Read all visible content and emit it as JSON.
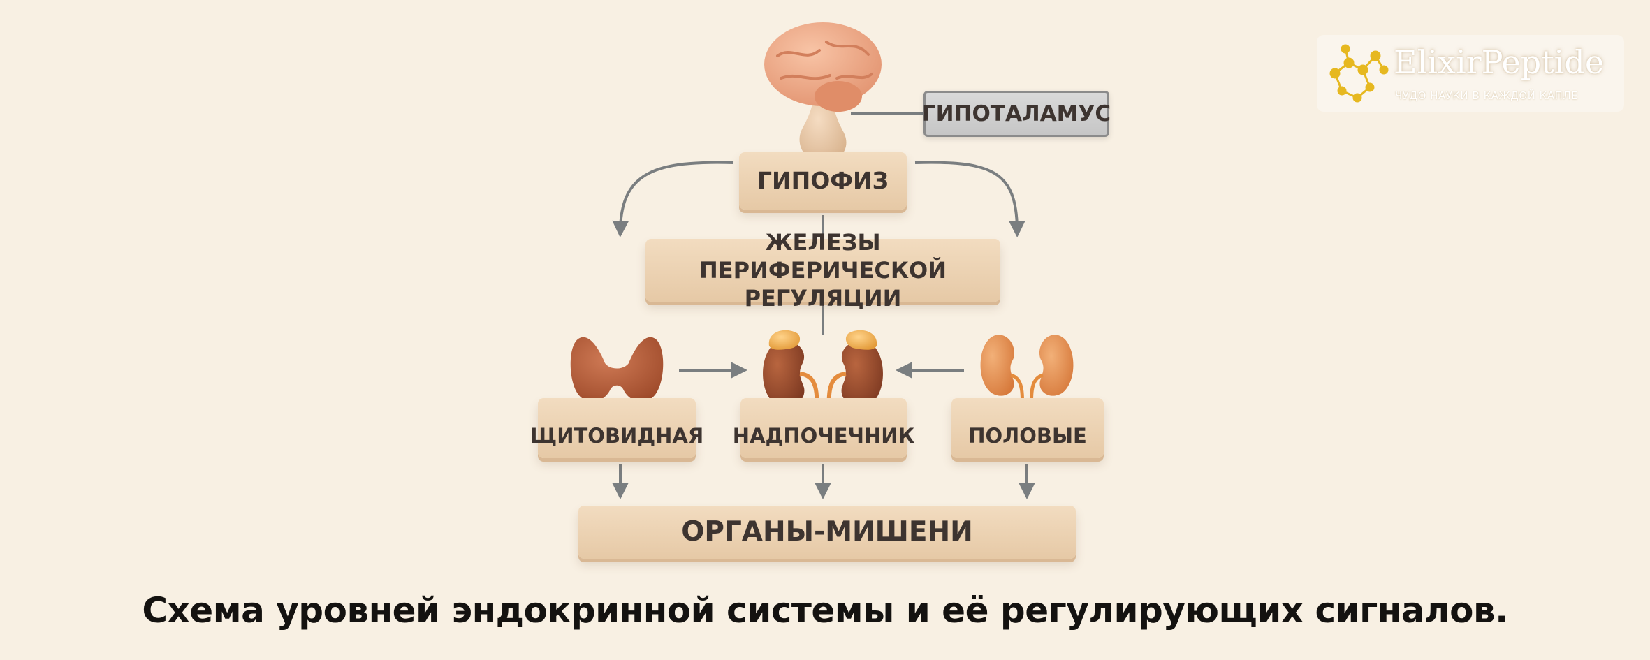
{
  "diagram": {
    "nodes": {
      "hypothalamus": "ГИПОТАЛАМУС",
      "pituitary": "ГИПОФИЗ",
      "peripheral_line1": "ЖЕЛЕЗЫ ПЕРИФЕРИЧЕСКОЙ",
      "peripheral_line2": "РЕГУЛЯЦИИ",
      "thyroid": "ЩИТОВИДНАЯ",
      "adrenal": "НАДПОЧЕЧНИК",
      "gonads": "ПОЛОВЫЕ",
      "target": "ОРГАНЫ-МИШЕНИ"
    },
    "icons": [
      "brain-icon",
      "thyroid-icon",
      "adrenal-kidneys-icon",
      "kidneys-icon"
    ]
  },
  "caption": "Схема уровней эндокринной системы и её регулирующих сигналов.",
  "logo": {
    "name": "ElixirPeptide",
    "slogan": "ЧУДО НАУКИ В КАЖДОЙ КАПЛЕ"
  },
  "colors": {
    "background": "#f8f0e3",
    "box": "#ebd1b1",
    "hypothalamus_box": "#cfcfcf",
    "arrow": "#7a7e80",
    "organ_brown": "#a8512f",
    "organ_orange": "#e08a4a",
    "logo_gold": "#e6b820"
  }
}
